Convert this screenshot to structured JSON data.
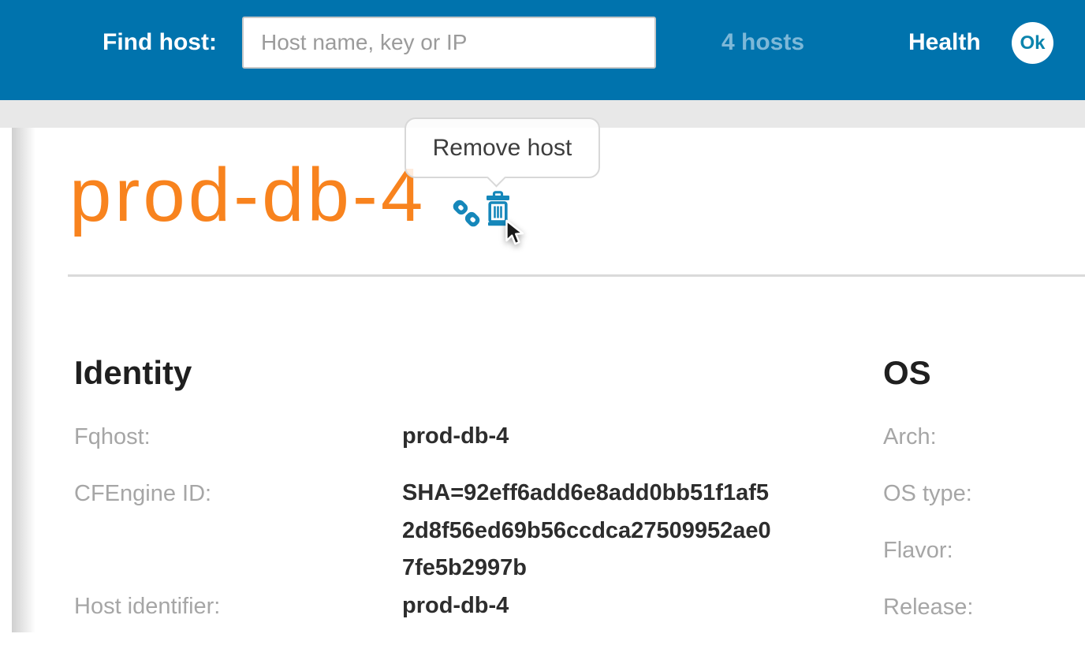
{
  "header": {
    "find_host_label": "Find host:",
    "search_placeholder": "Host name, key or IP",
    "search_value": "",
    "hosts_count": "4 hosts",
    "health_label": "Health",
    "health_status": "Ok"
  },
  "tooltip": {
    "text": "Remove host"
  },
  "host": {
    "name": "prod-db-4",
    "action_icons": [
      "chain-link-icon",
      "trash-icon"
    ]
  },
  "identity": {
    "heading": "Identity",
    "rows": [
      {
        "label": "Fqhost:",
        "value": "prod-db-4"
      },
      {
        "label": "CFEngine ID:",
        "value": "SHA=92eff6add6e8add0bb51f1af52d8f56ed69b56ccdca27509952ae07fe5b2997b"
      },
      {
        "label": "Host identifier:",
        "value": "prod-db-4"
      }
    ]
  },
  "os": {
    "heading": "OS",
    "rows": [
      {
        "label": "Arch:",
        "value": ""
      },
      {
        "label": "OS type:",
        "value": ""
      },
      {
        "label": "Flavor:",
        "value": ""
      },
      {
        "label": "Release:",
        "value": ""
      }
    ]
  },
  "colors": {
    "header_blue": "#0073ad",
    "accent_orange": "#f8831e",
    "icon_blue": "#1587ba",
    "hosts_link_blue": "#7db8d8",
    "substrip_gray": "#e8e8e8"
  }
}
